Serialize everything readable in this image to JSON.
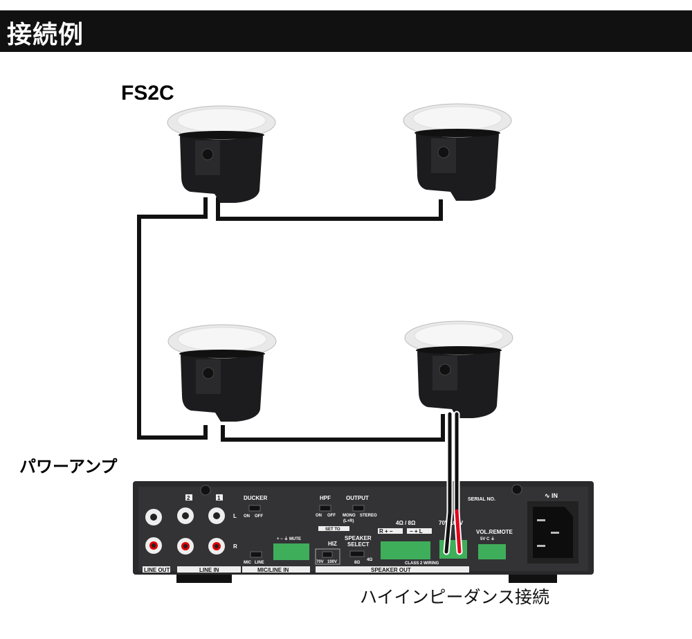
{
  "header": {
    "title": "接続例"
  },
  "speaker_label": "FS2C",
  "amplifier_label": "パワーアンプ",
  "caption": "ハイインピーダンス接続",
  "amp_panel": {
    "line_out": "LINE OUT",
    "line_in": "LINE IN",
    "ch2": "2",
    "ch1": "1",
    "l": "L",
    "r": "R",
    "ducker": "DUCKER",
    "on": "ON",
    "off": "OFF",
    "mic": "MIC",
    "line": "LINE",
    "mute_terminals": "+  −  ⏚ MUTE",
    "mic_line_in": "MIC/LINE IN",
    "hpf": "HPF",
    "output": "OUTPUT",
    "mono": "MONO",
    "mono_sub": "(L+R)",
    "stereo": "STEREO",
    "set_to": "SET TO",
    "hiz": "HIZ",
    "v70": "70V",
    "v100": "100V",
    "speaker_select": "SPEAKER",
    "speaker_select2": "SELECT",
    "ohm8": "8Ω",
    "ohm4": "4Ω",
    "impedance": "4Ω / 8Ω",
    "r_terms": "R + −",
    "l_terms": "− + L",
    "hiz_volts": "70V/100V",
    "class2": "CLASS 2 WIRING",
    "speaker_out": "SPEAKER OUT",
    "serial": "SERIAL NO.",
    "vol_remote": "VOL.REMOTE",
    "remote_terms": "5V  C  ⏚",
    "ac_in": "∿ IN"
  },
  "colors": {
    "header_bg": "#111111",
    "wire": "#111111",
    "wire_red": "#e0001a",
    "terminal_green": "#3fae5a",
    "amp_body": "#2a2a2c"
  }
}
